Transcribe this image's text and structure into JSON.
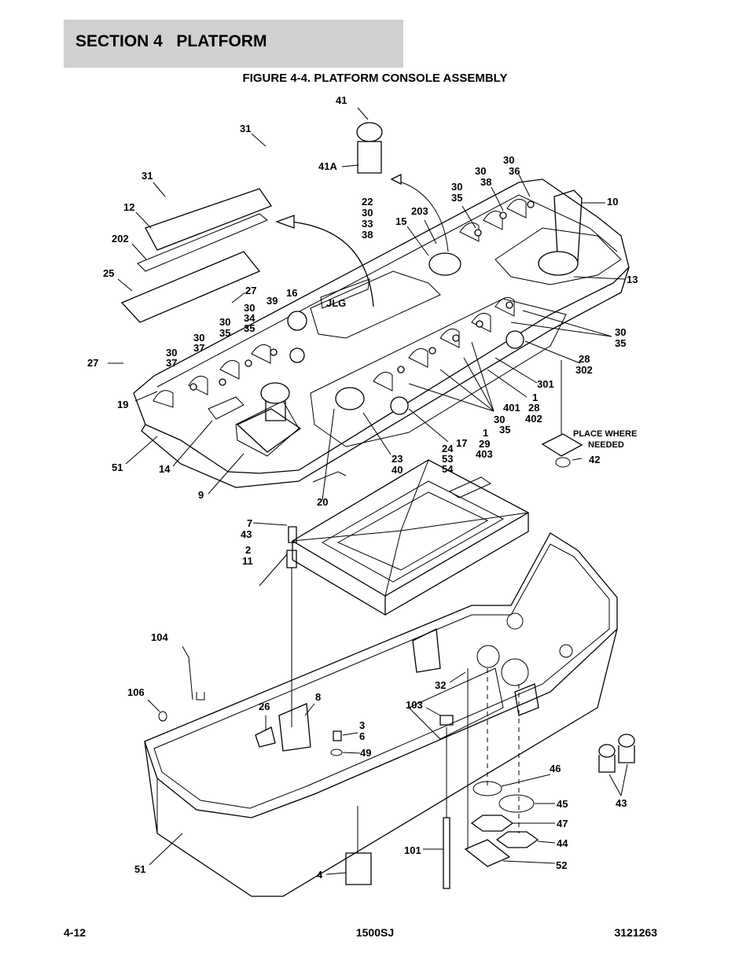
{
  "header": {
    "section_title": "SECTION 4   PLATFORM",
    "figure_title": "FIGURE 4-4. PLATFORM CONSOLE ASSEMBLY"
  },
  "footer": {
    "page_number": "4-12",
    "model": "1500SJ",
    "doc_number": "3121263"
  },
  "diagram": {
    "logo_text": "JLG",
    "callouts": [
      {
        "id": "c41",
        "text": "41"
      },
      {
        "id": "c41a",
        "text": "41A"
      },
      {
        "id": "c31a",
        "text": "31"
      },
      {
        "id": "c31b",
        "text": "31"
      },
      {
        "id": "c12",
        "text": "12"
      },
      {
        "id": "c202",
        "text": "202"
      },
      {
        "id": "c25",
        "text": "25"
      },
      {
        "id": "c27a",
        "text": "27"
      },
      {
        "id": "c27b",
        "text": "27"
      },
      {
        "id": "c22",
        "text": "22"
      },
      {
        "id": "c30a",
        "text": "30"
      },
      {
        "id": "c33",
        "text": "33"
      },
      {
        "id": "c38a",
        "text": "38"
      },
      {
        "id": "c203",
        "text": "203"
      },
      {
        "id": "c15",
        "text": "15"
      },
      {
        "id": "c30b",
        "text": "30"
      },
      {
        "id": "c35a",
        "text": "35"
      },
      {
        "id": "c30c",
        "text": "30"
      },
      {
        "id": "c38b",
        "text": "38"
      },
      {
        "id": "c30d",
        "text": "30"
      },
      {
        "id": "c36",
        "text": "36"
      },
      {
        "id": "c10",
        "text": "10"
      },
      {
        "id": "c13",
        "text": "13"
      },
      {
        "id": "c16",
        "text": "16"
      },
      {
        "id": "c39",
        "text": "39"
      },
      {
        "id": "c30e",
        "text": "30"
      },
      {
        "id": "c34",
        "text": "34"
      },
      {
        "id": "c35b",
        "text": "35"
      },
      {
        "id": "c30f",
        "text": "30"
      },
      {
        "id": "c35c",
        "text": "35"
      },
      {
        "id": "c30g",
        "text": "30"
      },
      {
        "id": "c37a",
        "text": "37"
      },
      {
        "id": "c30h",
        "text": "30"
      },
      {
        "id": "c37b",
        "text": "37"
      },
      {
        "id": "c30i",
        "text": "30"
      },
      {
        "id": "c35d",
        "text": "35"
      },
      {
        "id": "c28a",
        "text": "28"
      },
      {
        "id": "c302",
        "text": "302"
      },
      {
        "id": "c301",
        "text": "301"
      },
      {
        "id": "c1a",
        "text": "1"
      },
      {
        "id": "c28b",
        "text": "28"
      },
      {
        "id": "c402",
        "text": "402"
      },
      {
        "id": "c401",
        "text": "401"
      },
      {
        "id": "c30j",
        "text": "30"
      },
      {
        "id": "c35e",
        "text": "35"
      },
      {
        "id": "c1b",
        "text": "1"
      },
      {
        "id": "c29",
        "text": "29"
      },
      {
        "id": "c403",
        "text": "403"
      },
      {
        "id": "c17",
        "text": "17"
      },
      {
        "id": "c24",
        "text": "24"
      },
      {
        "id": "c53",
        "text": "53"
      },
      {
        "id": "c54",
        "text": "54"
      },
      {
        "id": "c19",
        "text": "19"
      },
      {
        "id": "c51a",
        "text": "51"
      },
      {
        "id": "c14",
        "text": "14"
      },
      {
        "id": "c9",
        "text": "9"
      },
      {
        "id": "c23",
        "text": "23"
      },
      {
        "id": "c40",
        "text": "40"
      },
      {
        "id": "c20",
        "text": "20"
      },
      {
        "id": "c42",
        "text": "42"
      },
      {
        "id": "c7",
        "text": "7"
      },
      {
        "id": "c43a",
        "text": "43"
      },
      {
        "id": "c2",
        "text": "2"
      },
      {
        "id": "c11",
        "text": "11"
      },
      {
        "id": "c104",
        "text": "104"
      },
      {
        "id": "c106",
        "text": "106"
      },
      {
        "id": "c26",
        "text": "26"
      },
      {
        "id": "c8",
        "text": "8"
      },
      {
        "id": "c3",
        "text": "3"
      },
      {
        "id": "c6",
        "text": "6"
      },
      {
        "id": "c49",
        "text": "49"
      },
      {
        "id": "c32",
        "text": "32"
      },
      {
        "id": "c103",
        "text": "103"
      },
      {
        "id": "c46",
        "text": "46"
      },
      {
        "id": "c45",
        "text": "45"
      },
      {
        "id": "c47",
        "text": "47"
      },
      {
        "id": "c44",
        "text": "44"
      },
      {
        "id": "c52",
        "text": "52"
      },
      {
        "id": "c43b",
        "text": "43"
      },
      {
        "id": "c101",
        "text": "101"
      },
      {
        "id": "c4",
        "text": "4"
      },
      {
        "id": "c51b",
        "text": "51"
      }
    ],
    "note_line1": "PLACE WHERE",
    "note_line2": "NEEDED"
  }
}
